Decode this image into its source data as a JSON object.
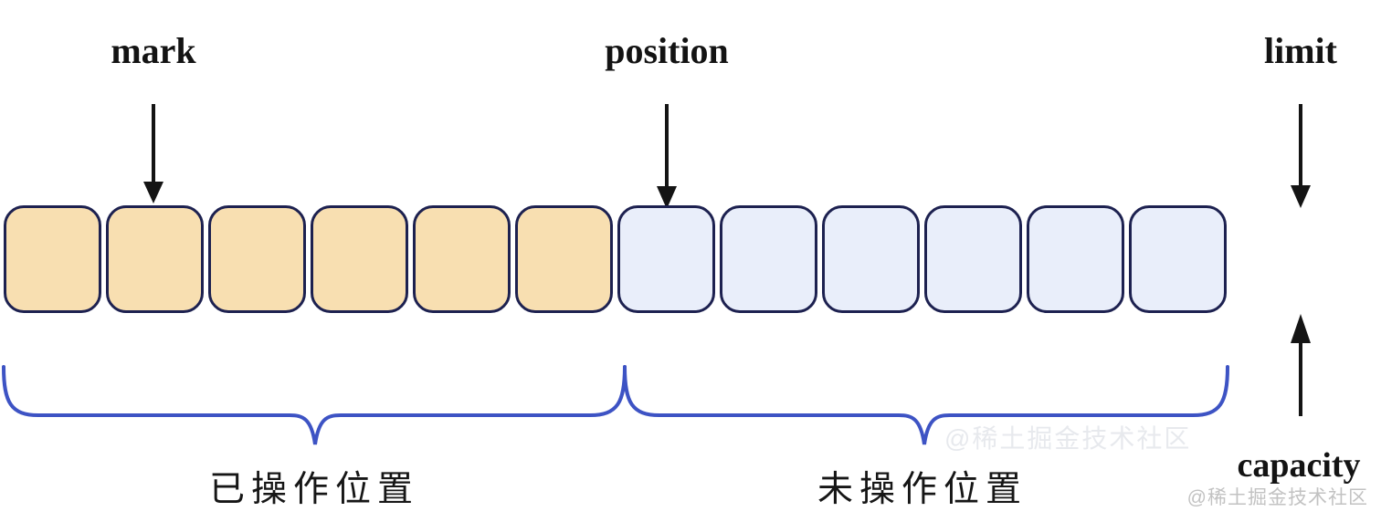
{
  "pointers": {
    "mark": "mark",
    "position": "position",
    "limit": "limit",
    "capacity": "capacity"
  },
  "buffer": {
    "cells_total": 12,
    "cell_border_color": "#1D2150",
    "segments": [
      {
        "name": "operated",
        "label": "已操作位置",
        "cells": 6,
        "fill": "#F8DFB1"
      },
      {
        "name": "unoperated",
        "label": "未操作位置",
        "cells": 6,
        "fill": "#E9EEFA"
      }
    ]
  },
  "colors": {
    "arrow": "#141414",
    "brace": "#3D53C4",
    "watermark": "#C2C2C2"
  },
  "watermark": {
    "text": "@稀土掘金技术社区"
  }
}
